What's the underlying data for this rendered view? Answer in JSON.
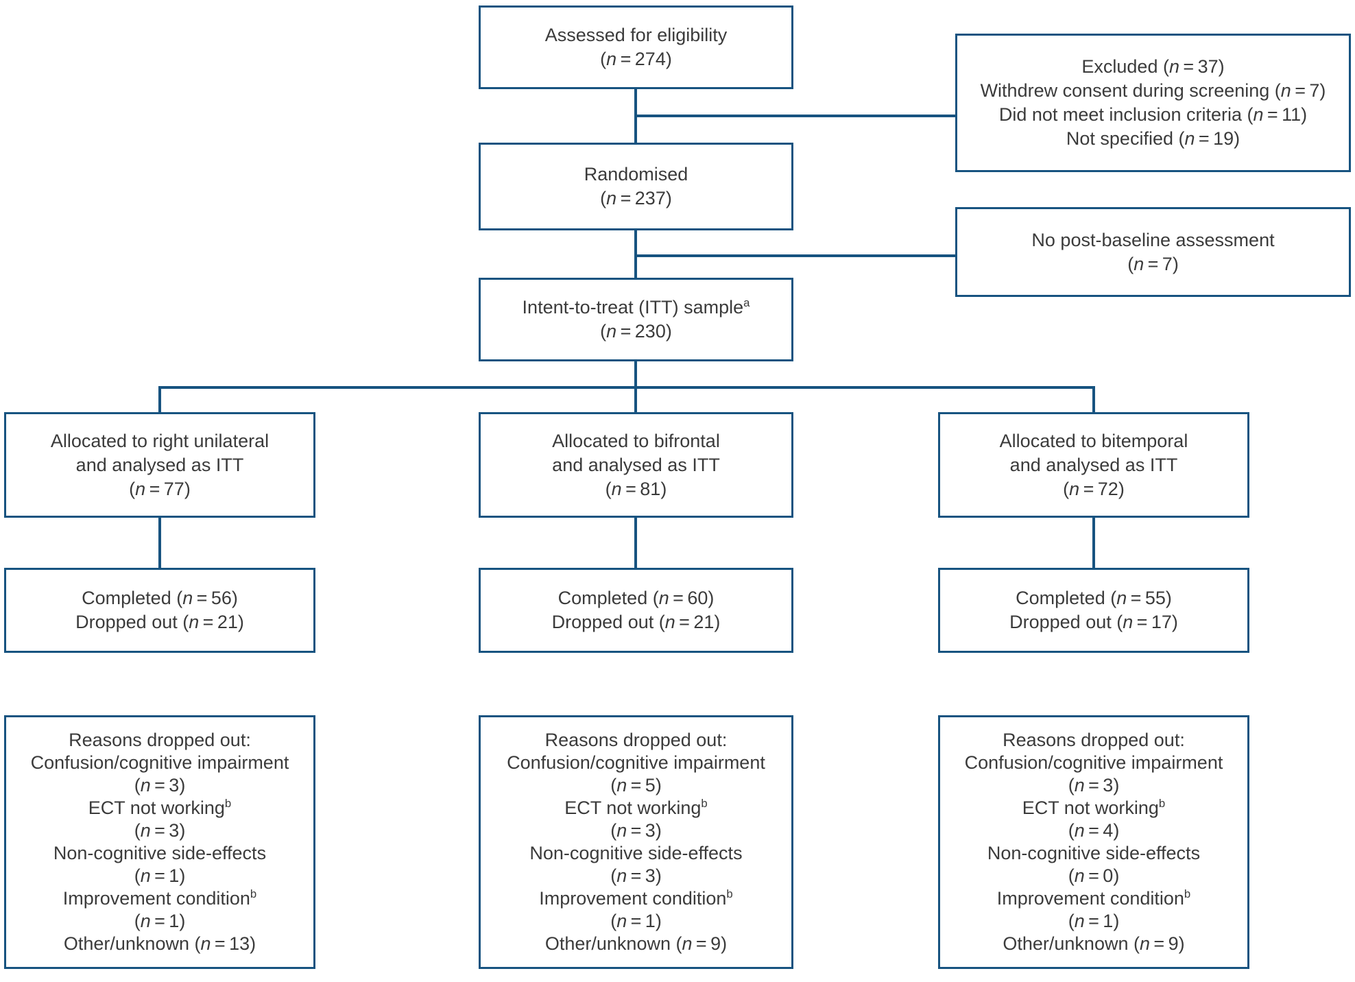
{
  "diagram": {
    "type": "consort-flowchart",
    "colors": {
      "line": "#175380",
      "text": "#3b3b3b",
      "box_background": "#ffffff"
    },
    "boxes": {
      "assessed": {
        "lines": [
          "Assessed for eligibility",
          "(n = 274)"
        ]
      },
      "excluded": {
        "lines": [
          "Excluded (n = 37)",
          "Withdrew consent during screening (n = 7)",
          "Did not meet inclusion criteria (n = 11)",
          "Not specified (n = 19)"
        ]
      },
      "randomised": {
        "lines": [
          "Randomised",
          "(n = 237)"
        ]
      },
      "no_post_baseline": {
        "lines": [
          "No post-baseline assessment",
          "(n = 7)"
        ]
      },
      "itt_sample": {
        "lines": [
          "Intent-to-treat (ITT) sample^a",
          "(n = 230)"
        ]
      },
      "allocated_right_unilateral": {
        "lines": [
          "Allocated to right unilateral",
          "and analysed as ITT",
          "(n = 77)"
        ]
      },
      "allocated_bifrontal": {
        "lines": [
          "Allocated to bifrontal",
          "and analysed as ITT",
          "(n = 81)"
        ]
      },
      "allocated_bitemporal": {
        "lines": [
          "Allocated to bitemporal",
          "and analysed as ITT",
          "(n = 72)"
        ]
      },
      "completed_right_unilateral": {
        "lines": [
          "Completed (n = 56)",
          "Dropped out (n = 21)"
        ]
      },
      "completed_bifrontal": {
        "lines": [
          "Completed (n = 60)",
          "Dropped out (n = 21)"
        ]
      },
      "completed_bitemporal": {
        "lines": [
          "Completed (n = 55)",
          "Dropped out (n = 17)"
        ]
      },
      "reasons_right_unilateral": {
        "lines": [
          "Reasons dropped out:",
          "Confusion/cognitive impairment",
          "(n = 3)",
          "ECT not working^b",
          "(n = 3)",
          "Non-cognitive side-effects",
          "(n = 1)",
          "Improvement condition^b",
          "(n = 1)",
          "Other/unknown (n = 13)"
        ]
      },
      "reasons_bifrontal": {
        "lines": [
          "Reasons dropped out:",
          "Confusion/cognitive impairment",
          "(n = 5)",
          "ECT not working^b",
          "(n = 3)",
          "Non-cognitive side-effects",
          "(n = 3)",
          "Improvement condition^b",
          "(n = 1)",
          "Other/unknown (n = 9)"
        ]
      },
      "reasons_bitemporal": {
        "lines": [
          "Reasons dropped out:",
          "Confusion/cognitive impairment",
          "(n = 3)",
          "ECT not working^b",
          "(n = 4)",
          "Non-cognitive side-effects",
          "(n = 0)",
          "Improvement condition^b",
          "(n = 1)",
          "Other/unknown (n = 9)"
        ]
      }
    }
  }
}
